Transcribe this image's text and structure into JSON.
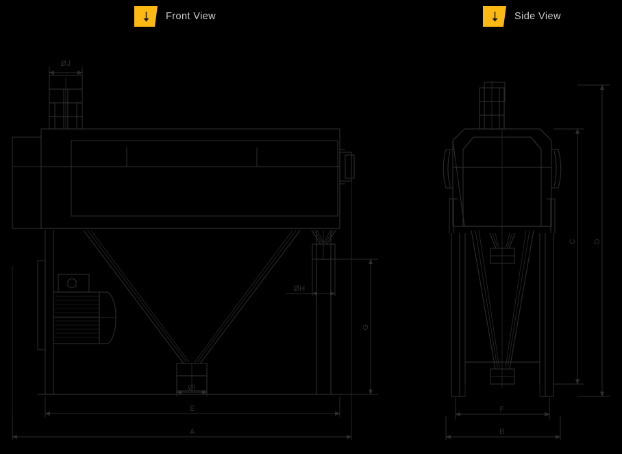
{
  "page": {
    "background_color": "#000000",
    "line_color": "#2b2b2b",
    "accent_color": "#fdb913",
    "label_color": "#cfcfcf"
  },
  "views": [
    {
      "id": "front-view",
      "label": "Front View",
      "badge_icon": "down-arrow-icon",
      "badge_color": "#fdb913"
    },
    {
      "id": "side-view",
      "label": "Side View",
      "badge_icon": "down-arrow-icon",
      "badge_color": "#fdb913"
    }
  ],
  "dimensions": {
    "front_view": [
      {
        "code": "ØJ",
        "name": "inlet-diameter",
        "orientation": "horizontal"
      },
      {
        "code": "ØH",
        "name": "outlet-diameter",
        "orientation": "horizontal"
      },
      {
        "code": "ØI",
        "name": "discharge-diameter",
        "orientation": "horizontal"
      },
      {
        "code": "G",
        "name": "leg-height",
        "orientation": "vertical"
      },
      {
        "code": "E",
        "name": "body-width",
        "orientation": "horizontal"
      },
      {
        "code": "A",
        "name": "overall-width",
        "orientation": "horizontal"
      }
    ],
    "side_view": [
      {
        "code": "C",
        "name": "body-height",
        "orientation": "vertical"
      },
      {
        "code": "D",
        "name": "overall-height",
        "orientation": "vertical"
      },
      {
        "code": "F",
        "name": "frame-depth",
        "orientation": "horizontal"
      },
      {
        "code": "B",
        "name": "overall-depth",
        "orientation": "horizontal"
      }
    ]
  }
}
